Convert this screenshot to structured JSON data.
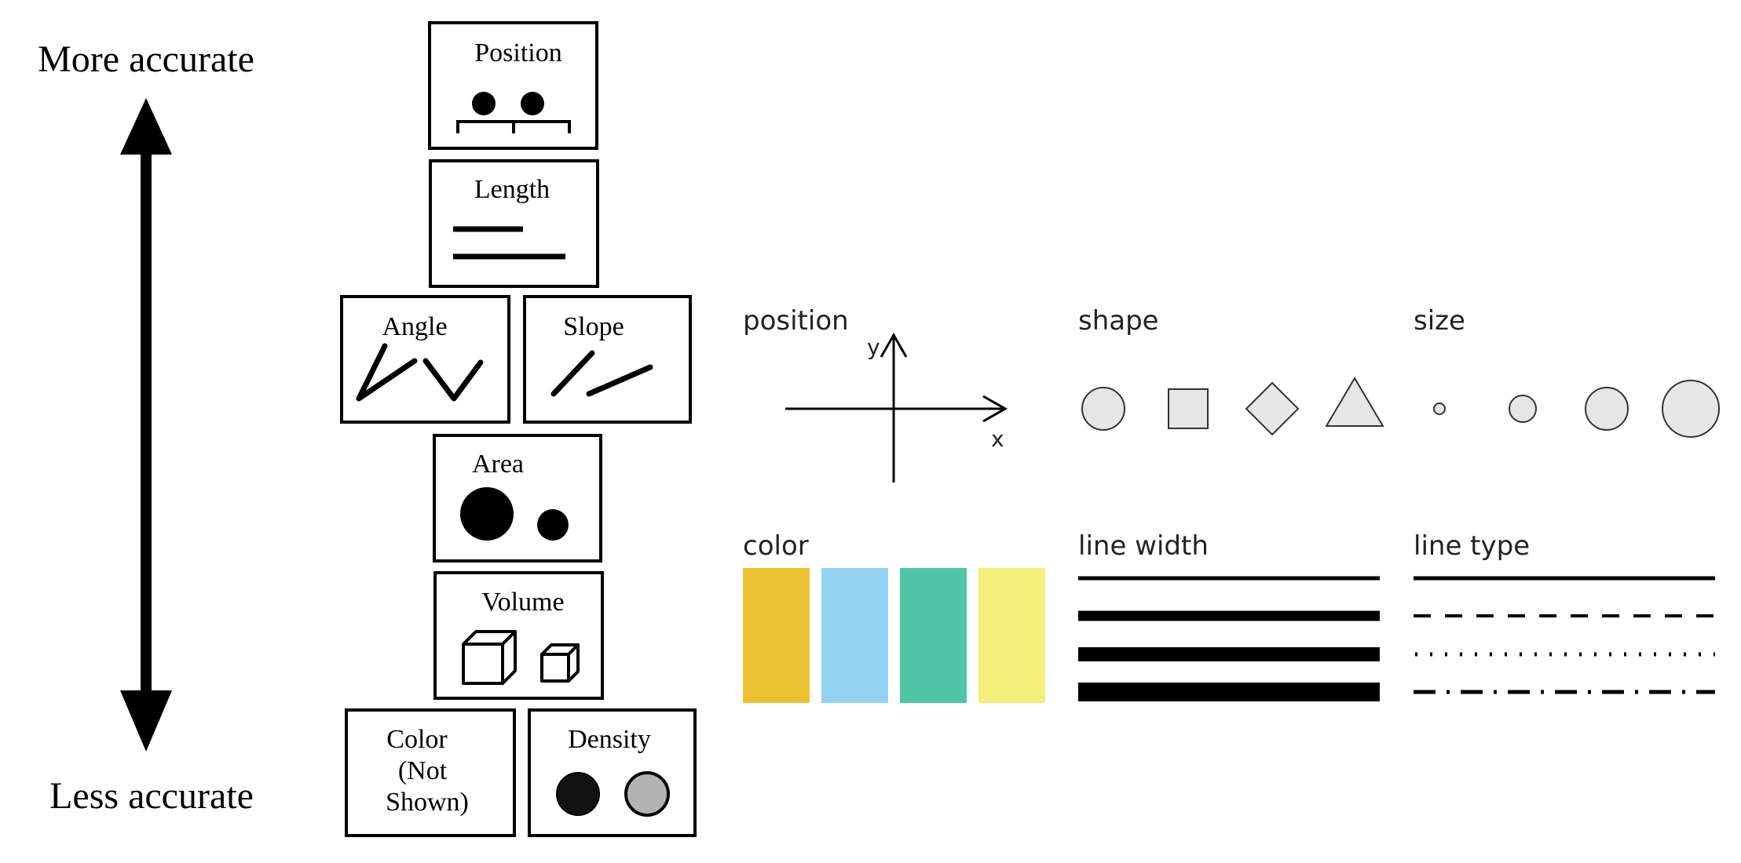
{
  "accuracy_scale": {
    "top_label": "More accurate",
    "bottom_label": "Less accurate"
  },
  "perceptual_boxes": {
    "position": "Position",
    "length": "Length",
    "angle": "Angle",
    "slope": "Slope",
    "area": "Area",
    "volume": "Volume",
    "color": [
      "Color",
      "(Not",
      "Shown)"
    ],
    "density": "Density"
  },
  "aesthetics": {
    "position": {
      "label": "position",
      "axis_y": "y",
      "axis_x": "x"
    },
    "shape": {
      "label": "shape",
      "items": [
        "circle",
        "square",
        "diamond",
        "triangle"
      ]
    },
    "size": {
      "label": "size",
      "relative_sizes": [
        1,
        2.3,
        3.6,
        5
      ]
    },
    "color": {
      "label": "color",
      "swatches": [
        "#ECC235",
        "#93D1F1",
        "#4FC5A5",
        "#F4EE7A"
      ]
    },
    "line_width": {
      "label": "line width",
      "levels": [
        1,
        2,
        3,
        4
      ]
    },
    "line_type": {
      "label": "line type",
      "types": [
        "solid",
        "dashed",
        "dotted",
        "dash-dot"
      ]
    }
  },
  "colors": {
    "ink": "#000000",
    "ghost_fill": "#e6e6e6"
  }
}
